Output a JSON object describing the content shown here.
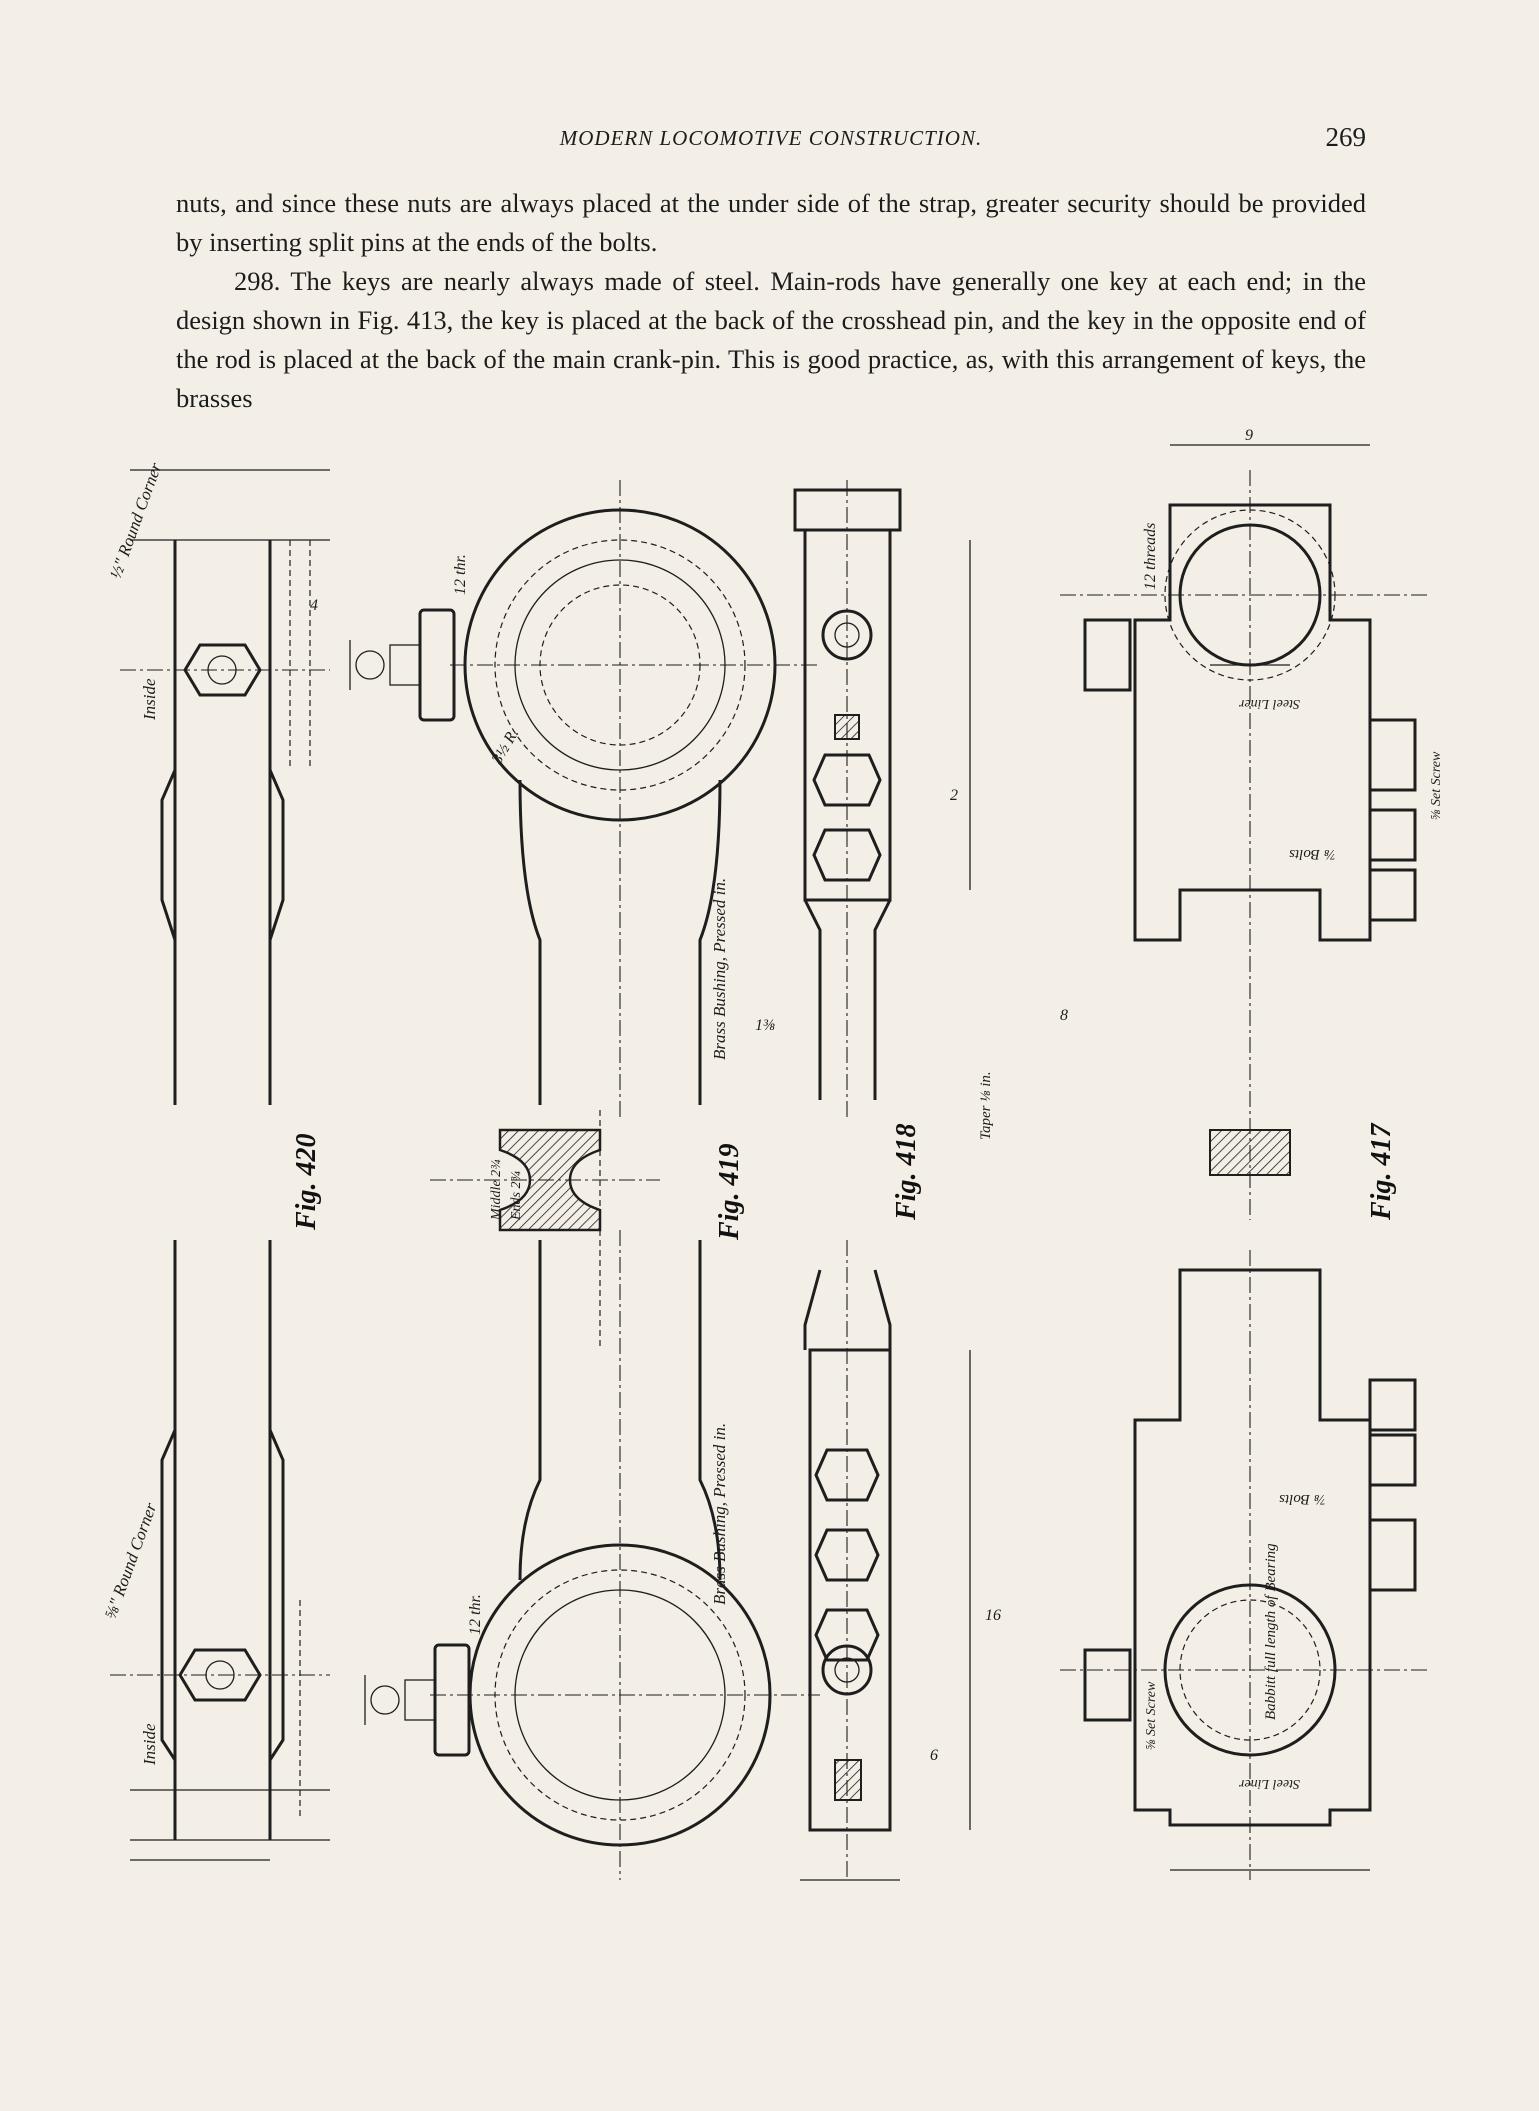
{
  "header": {
    "running_title": "MODERN LOCOMOTIVE CONSTRUCTION.",
    "page_number": "269"
  },
  "body": {
    "para1": "nuts, and since these nuts are always placed at the under side of the strap, greater security should be provided by inserting split pins at the ends of the bolts.",
    "para2": "298. The keys are nearly always made of steel. Main-rods have generally one key at each end; in the design shown in Fig. 413, the key is placed at the back of the crosshead pin, and the key in the opposite end of the rod is placed at the back of the main crank-pin. This is good practice, as, with this arrangement of keys, the brasses"
  },
  "figures": {
    "fig420": "Fig. 420",
    "fig419": "Fig. 419",
    "fig418": "Fig. 418",
    "fig417": "Fig. 417"
  },
  "labels": {
    "round_corner_top": "½\" Round Corner",
    "round_corner_bottom": "⅝\" Round Corner",
    "inside_top": "Inside",
    "inside_bottom": "Inside",
    "thr12_top": "12 thr.",
    "thr12_bottom": "12 thr.",
    "brass_bushing_top": "Brass Bushing, Pressed in.",
    "brass_bushing_bottom": "Brass Bushing, Pressed in.",
    "threads12": "12 threads",
    "steel_liner_top": "Steel Liner",
    "steel_liner_bottom": "Steel Liner",
    "bolts_top": "⅞ Bolts",
    "bolts_bottom": "⅞ Bolts",
    "set_screw_top": "⅝ Set Screw",
    "set_screw_bottom": "⅝ Set Screw",
    "babbitt": "Babbitt full length of Bearing",
    "taper_418": "Taper ⅛ in.",
    "middle": "Middle 2¾",
    "ends": "Ends 2¾",
    "radius": "3½ R.",
    "dim_9": "9",
    "dim_8": "8",
    "dim_4": "4",
    "dim_6": "6",
    "dim_2": "2",
    "dim_113": "1⅜",
    "dim_16": "16"
  }
}
